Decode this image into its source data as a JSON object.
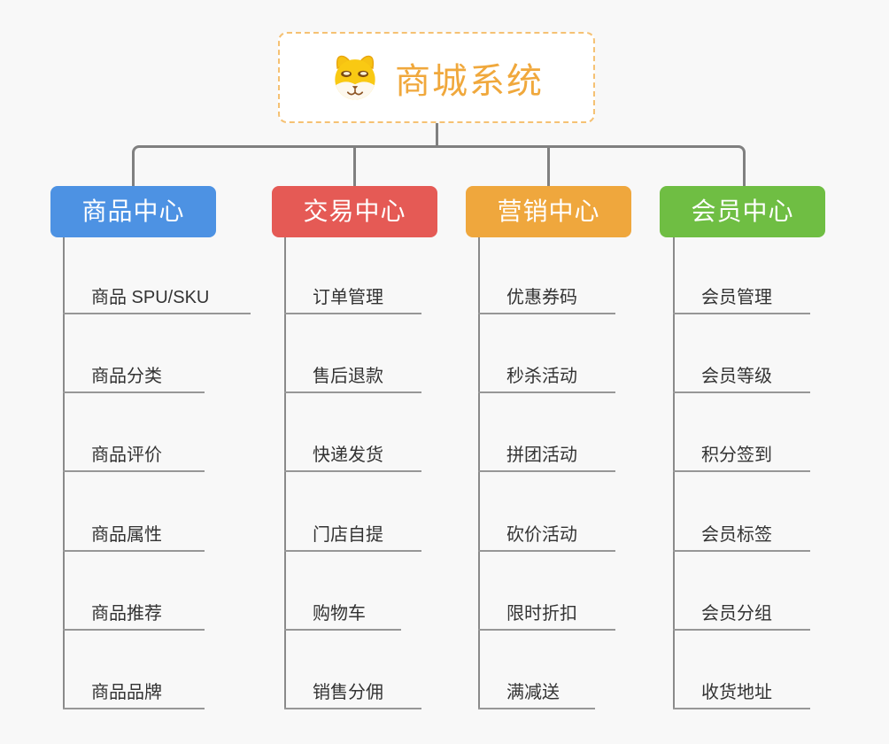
{
  "canvas": {
    "background_color": "#f8f8f8",
    "connector_color": "#808080",
    "underline_color": "#979797",
    "leaf_text_color": "#333333"
  },
  "root": {
    "title": "商城系统",
    "icon": "shiba-dog-icon",
    "text_color": "#f0a83c",
    "border_color": "#f5c173",
    "fill_color": "#ffffff"
  },
  "branches": [
    {
      "label": "商品中心",
      "color": "#4d92e3",
      "children": [
        "商品 SPU/SKU",
        "商品分类",
        "商品评价",
        "商品属性",
        "商品推荐",
        "商品品牌"
      ]
    },
    {
      "label": "交易中心",
      "color": "#e55a55",
      "children": [
        "订单管理",
        "售后退款",
        "快递发货",
        "门店自提",
        "购物车",
        "销售分佣"
      ]
    },
    {
      "label": "营销中心",
      "color": "#efa73d",
      "children": [
        "优惠券码",
        "秒杀活动",
        "拼团活动",
        "砍价活动",
        "限时折扣",
        "满减送"
      ]
    },
    {
      "label": "会员中心",
      "color": "#6fbe43",
      "children": [
        "会员管理",
        "会员等级",
        "积分签到",
        "会员标签",
        "会员分组",
        "收货地址"
      ]
    }
  ]
}
